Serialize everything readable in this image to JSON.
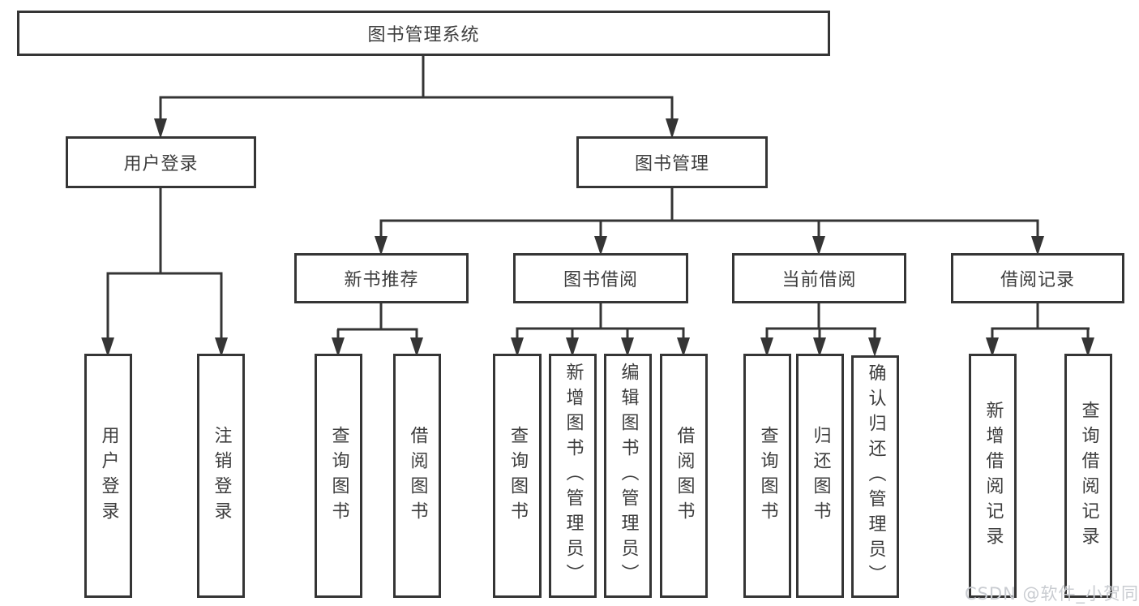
{
  "diagram": {
    "root": {
      "label": "图书管理系统"
    },
    "level2": {
      "user_login": {
        "label": "用户登录"
      },
      "book_mgmt": {
        "label": "图书管理"
      }
    },
    "level3": {
      "new_books": {
        "label": "新书推荐"
      },
      "book_borrow": {
        "label": "图书借阅"
      },
      "current_borrow": {
        "label": "当前借阅"
      },
      "borrow_records": {
        "label": "借阅记录"
      }
    },
    "leaves": {
      "user_login": [
        "用户登录",
        "注销登录"
      ],
      "new_books": [
        "查询图书",
        "借阅图书"
      ],
      "book_borrow": [
        "查询图书",
        "新增图书（管理员）",
        "编辑图书（管理员）",
        "借阅图书"
      ],
      "current_borrow": [
        "查询图书",
        "归还图书",
        "确认归还（管理员）"
      ],
      "borrow_records": [
        "新增借阅记录",
        "查询借阅记录"
      ]
    }
  },
  "watermark": {
    "text": "CSDN @软件_小贺同学",
    "color": "#c9ccd1"
  },
  "colors": {
    "line": "#353535",
    "box_border": "#353535",
    "box_background": "#ffffff",
    "text": "#3d3d3d",
    "page_background": "#ffffff"
  }
}
